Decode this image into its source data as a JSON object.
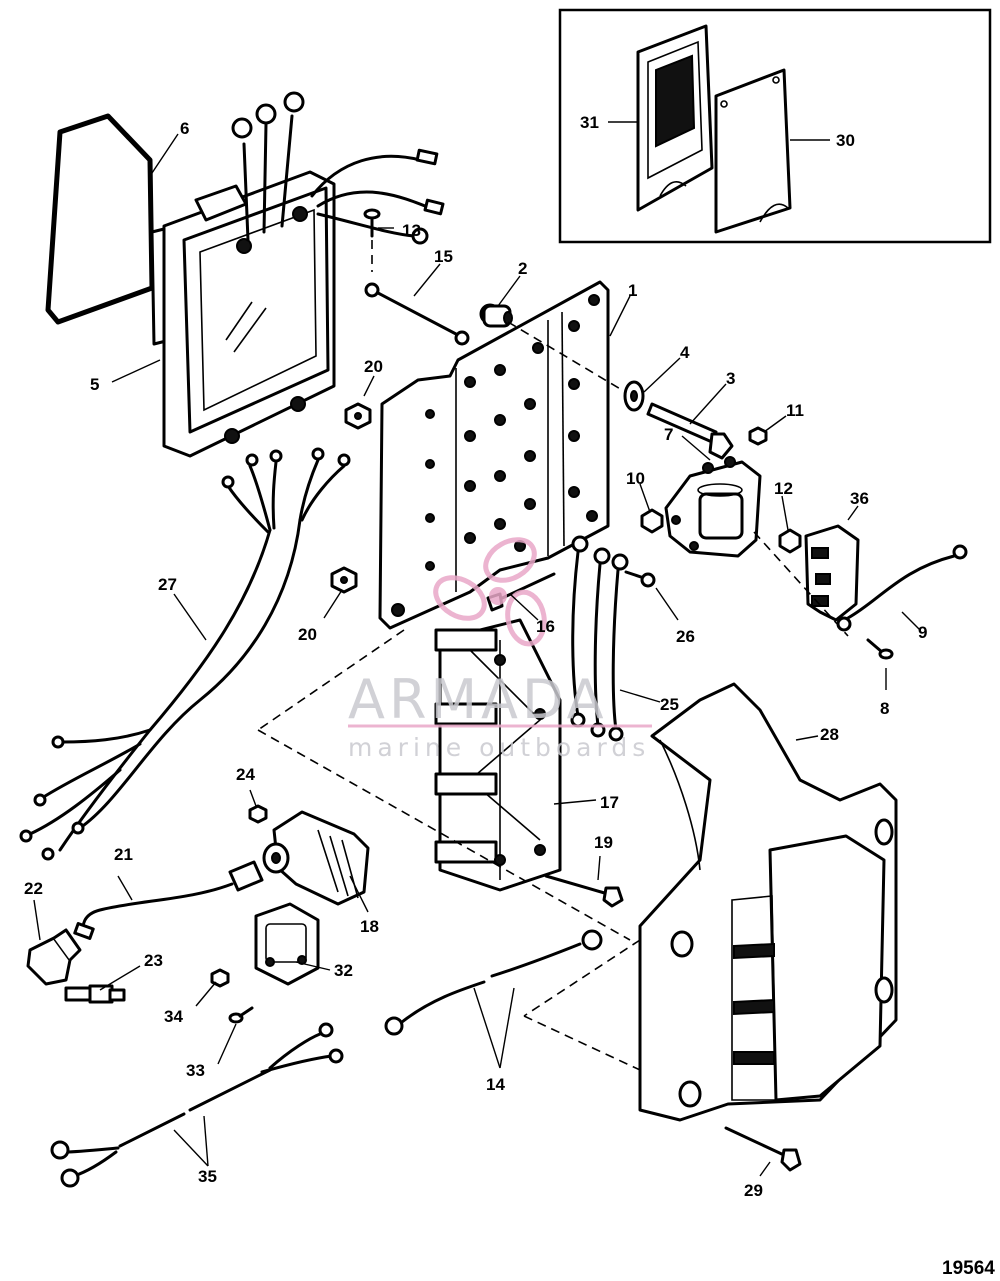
{
  "diagram": {
    "reference_number": "19564",
    "watermark": {
      "brand": "ARMADA",
      "tagline": "marine outboards",
      "logo_color": "#e9a8c8",
      "text_color": "#c9c9cf"
    },
    "callouts": [
      {
        "id": "c1",
        "label": "1"
      },
      {
        "id": "c2",
        "label": "2"
      },
      {
        "id": "c3",
        "label": "3"
      },
      {
        "id": "c4",
        "label": "4"
      },
      {
        "id": "c5",
        "label": "5"
      },
      {
        "id": "c6",
        "label": "6"
      },
      {
        "id": "c7",
        "label": "7"
      },
      {
        "id": "c8",
        "label": "8"
      },
      {
        "id": "c9",
        "label": "9"
      },
      {
        "id": "c10",
        "label": "10"
      },
      {
        "id": "c11",
        "label": "11"
      },
      {
        "id": "c12",
        "label": "12"
      },
      {
        "id": "c13",
        "label": "13"
      },
      {
        "id": "c14",
        "label": "14"
      },
      {
        "id": "c15",
        "label": "15"
      },
      {
        "id": "c16",
        "label": "16"
      },
      {
        "id": "c17",
        "label": "17"
      },
      {
        "id": "c18",
        "label": "18"
      },
      {
        "id": "c19",
        "label": "19"
      },
      {
        "id": "c20a",
        "label": "20"
      },
      {
        "id": "c20b",
        "label": "20"
      },
      {
        "id": "c21",
        "label": "21"
      },
      {
        "id": "c22",
        "label": "22"
      },
      {
        "id": "c23",
        "label": "23"
      },
      {
        "id": "c24",
        "label": "24"
      },
      {
        "id": "c25",
        "label": "25"
      },
      {
        "id": "c26",
        "label": "26"
      },
      {
        "id": "c27",
        "label": "27"
      },
      {
        "id": "c28",
        "label": "28"
      },
      {
        "id": "c29",
        "label": "29"
      },
      {
        "id": "c30",
        "label": "30"
      },
      {
        "id": "c31",
        "label": "31"
      },
      {
        "id": "c32",
        "label": "32"
      },
      {
        "id": "c33",
        "label": "33"
      },
      {
        "id": "c34",
        "label": "34"
      },
      {
        "id": "c35",
        "label": "35"
      },
      {
        "id": "c36",
        "label": "36"
      }
    ]
  }
}
